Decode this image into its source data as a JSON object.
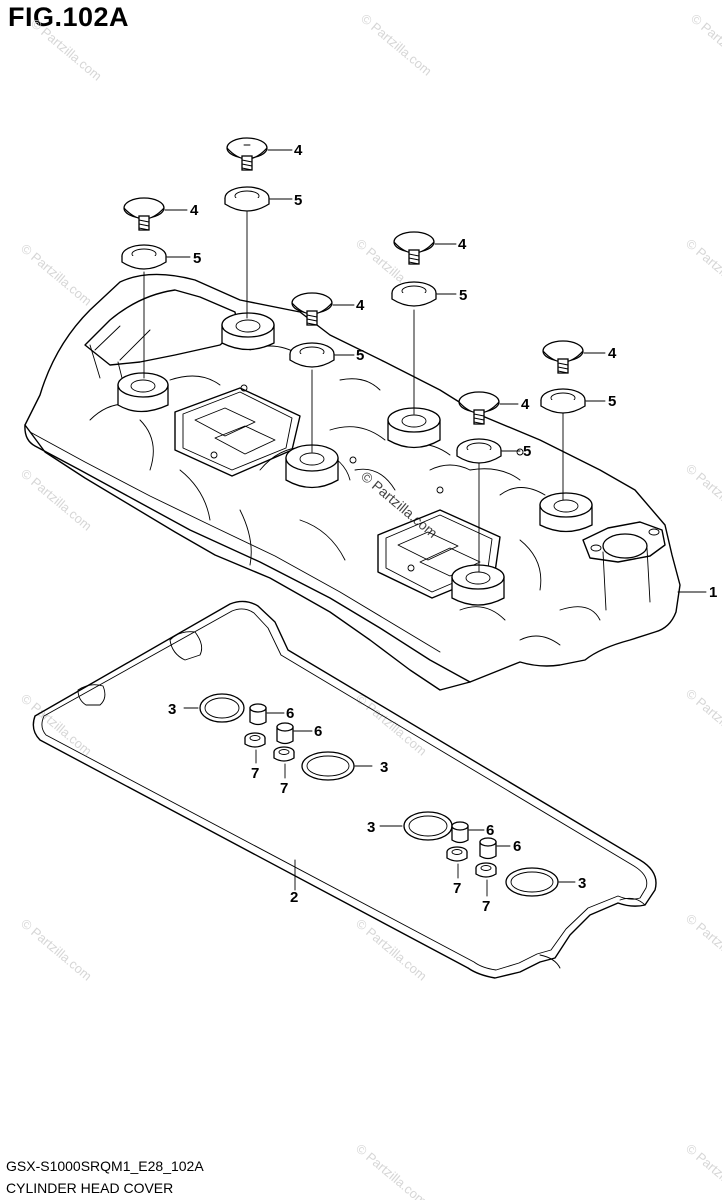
{
  "figure": {
    "title": "FIG.102A",
    "model_code": "GSX-S1000SRQM1_E28_102A",
    "section_name": "CYLINDER HEAD COVER"
  },
  "callouts": [
    {
      "id": "c1",
      "label": "1",
      "part": "cylinder-head-cover"
    },
    {
      "id": "c2",
      "label": "2",
      "part": "cover-gasket"
    },
    {
      "id": "c3a",
      "label": "3",
      "part": "plug-hole-gasket"
    },
    {
      "id": "c3b",
      "label": "3",
      "part": "plug-hole-gasket"
    },
    {
      "id": "c3c",
      "label": "3",
      "part": "plug-hole-gasket"
    },
    {
      "id": "c3d",
      "label": "3",
      "part": "plug-hole-gasket"
    },
    {
      "id": "c4a",
      "label": "4",
      "part": "cover-bolt"
    },
    {
      "id": "c4b",
      "label": "4",
      "part": "cover-bolt"
    },
    {
      "id": "c4c",
      "label": "4",
      "part": "cover-bolt"
    },
    {
      "id": "c4d",
      "label": "4",
      "part": "cover-bolt"
    },
    {
      "id": "c4e",
      "label": "4",
      "part": "cover-bolt"
    },
    {
      "id": "c4f",
      "label": "4",
      "part": "cover-bolt"
    },
    {
      "id": "c5a",
      "label": "5",
      "part": "bolt-washer"
    },
    {
      "id": "c5b",
      "label": "5",
      "part": "bolt-washer"
    },
    {
      "id": "c5c",
      "label": "5",
      "part": "bolt-washer"
    },
    {
      "id": "c5d",
      "label": "5",
      "part": "bolt-washer"
    },
    {
      "id": "c5e",
      "label": "5",
      "part": "bolt-washer"
    },
    {
      "id": "c5f",
      "label": "5",
      "part": "bolt-washer"
    },
    {
      "id": "c6a",
      "label": "6",
      "part": "dowel-pin"
    },
    {
      "id": "c6b",
      "label": "6",
      "part": "dowel-pin"
    },
    {
      "id": "c6c",
      "label": "6",
      "part": "dowel-pin"
    },
    {
      "id": "c6d",
      "label": "6",
      "part": "dowel-pin"
    },
    {
      "id": "c7a",
      "label": "7",
      "part": "o-ring"
    },
    {
      "id": "c7b",
      "label": "7",
      "part": "o-ring"
    },
    {
      "id": "c7c",
      "label": "7",
      "part": "o-ring"
    },
    {
      "id": "c7d",
      "label": "7",
      "part": "o-ring"
    }
  ],
  "watermark": {
    "text": "© Partzilla.com"
  }
}
